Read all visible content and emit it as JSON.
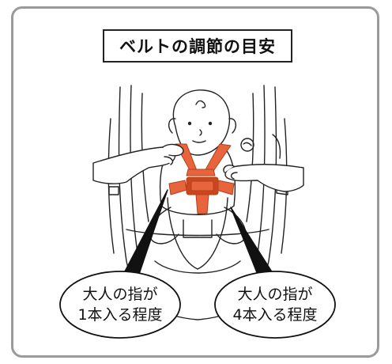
{
  "title": "ベルトの調節の目安",
  "callouts": [
    {
      "line1": "大人の指が",
      "line2": "1本入る程度"
    },
    {
      "line1": "大人の指が",
      "line2": "4本入る程度"
    }
  ],
  "colors": {
    "frame": "#9a9a9a",
    "harness": "#e8643c",
    "harness_dark": "#c9461f",
    "skin": "#ffffff",
    "outline": "#222222"
  },
  "icons": [
    "baby-face-icon",
    "harness-icon",
    "hand-icon"
  ]
}
